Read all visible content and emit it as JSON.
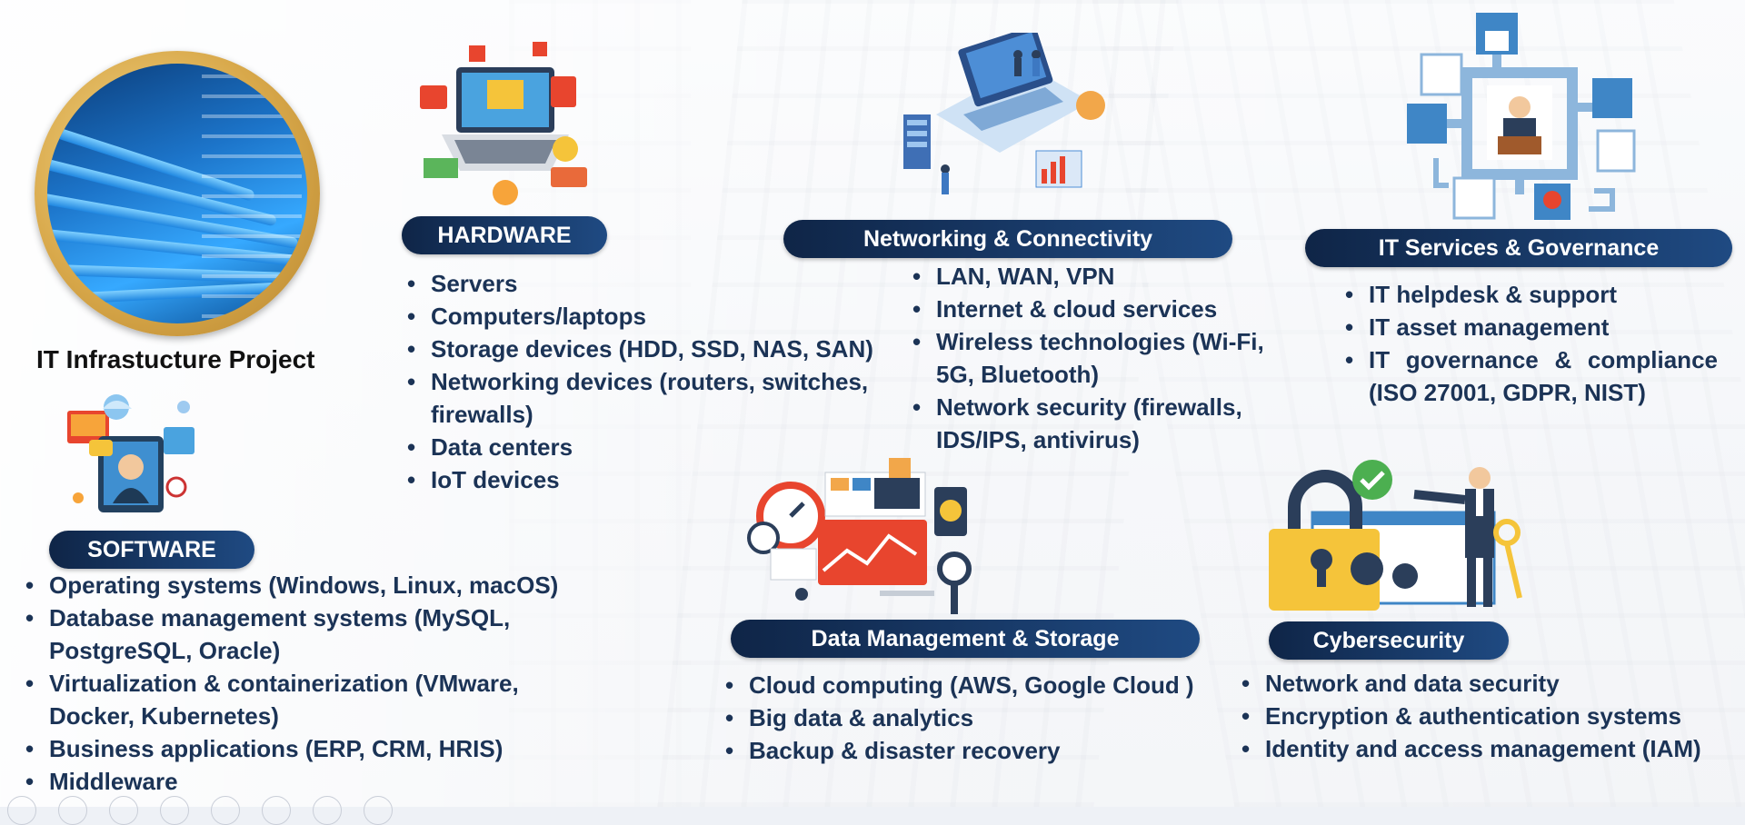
{
  "project_title": "IT Infrastucture Project",
  "hardware": {
    "label": "HARDWARE",
    "items": [
      "Servers",
      "Computers/laptops",
      "Storage devices (HDD, SSD, NAS, SAN)",
      "Networking devices (routers, switches, firewalls)",
      "Data centers",
      "IoT devices"
    ]
  },
  "networking": {
    "label": "Networking & Connectivity",
    "items": [
      "LAN, WAN, VPN",
      "Internet & cloud services",
      "Wireless technologies (Wi-Fi, 5G, Bluetooth)",
      "Network security (firewalls, IDS/IPS, antivirus)"
    ]
  },
  "it_services": {
    "label": "IT Services & Governance",
    "items": [
      "IT helpdesk & support",
      "IT asset management",
      "IT governance & compliance (ISO 27001, GDPR, NIST)"
    ]
  },
  "software": {
    "label": "SOFTWARE",
    "items": [
      "Operating systems (Windows, Linux, macOS)",
      "Database management systems (MySQL, PostgreSQL, Oracle)",
      "Virtualization & containerization (VMware, Docker, Kubernetes)",
      "Business applications (ERP, CRM, HRIS)",
      "Middleware"
    ]
  },
  "data_management": {
    "label": "Data Management & Storage",
    "items": [
      "Cloud computing (AWS, Google Cloud )",
      "Big data & analytics",
      "Backup & disaster recovery"
    ]
  },
  "cybersecurity": {
    "label": "Cybersecurity",
    "items": [
      "Network and data security",
      "Encryption & authentication systems",
      "Identity and access management (IAM)"
    ]
  },
  "icons": {
    "photo": "server-cables-photo",
    "hardware": "laptop-hardware-icon",
    "software": "software-support-icon",
    "networking": "network-devices-icon",
    "it_services": "org-governance-icon",
    "data": "data-dashboard-icon",
    "security": "padlock-security-icon"
  },
  "colors": {
    "pill_dark": "#0f2547",
    "pill_light": "#1f4a82",
    "text": "#1b3356",
    "gold": "#d8a84a"
  }
}
